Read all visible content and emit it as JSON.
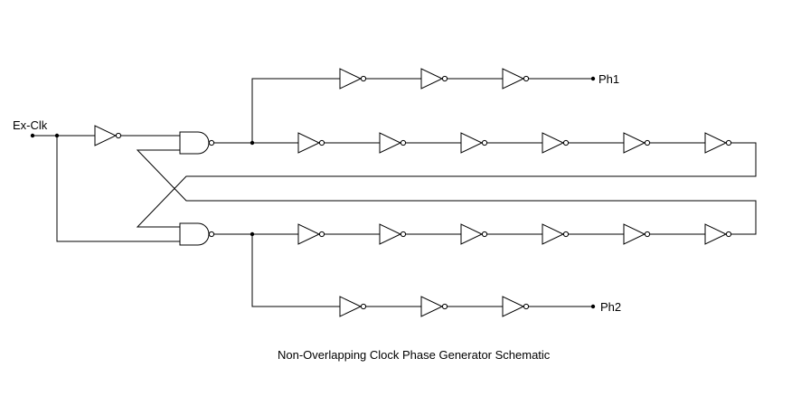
{
  "diagram": {
    "caption": "Non-Overlapping Clock Phase Generator Schematic",
    "labels": {
      "input": "Ex-Clk",
      "output_1": "Ph1",
      "output_2": "Ph2"
    },
    "components": {
      "input_inverters": 1,
      "nand_gates": 2,
      "delay_chain_inverters_per_branch": 6,
      "output_buffer_inverters_per_phase": 3
    }
  }
}
